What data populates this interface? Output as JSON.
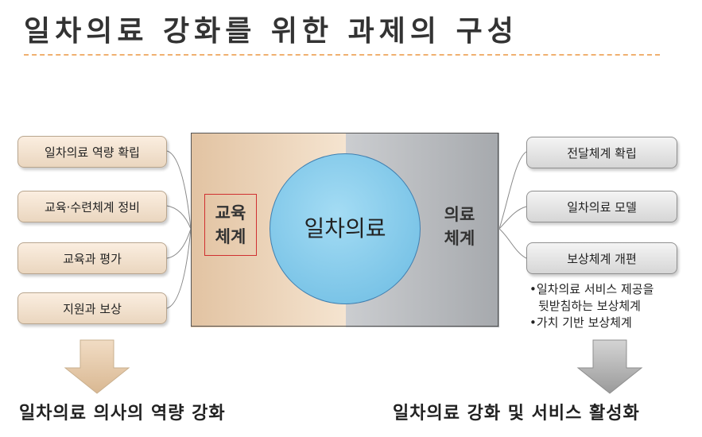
{
  "title": "일차의료 강화를 위한 과제의 구성",
  "left_items": [
    "일차의료 역량 확립",
    "교육·수련체계 정비",
    "교육과 평가",
    "지원과 보상"
  ],
  "right_items": [
    "전달체계 확립",
    "일차의료 모델",
    "보상체계 개편"
  ],
  "center": {
    "left_label": "교육\n체계",
    "circle_label": "일차의료",
    "right_label": "의료\n체계"
  },
  "notes": [
    "•일차의료 서비스 제공을",
    "뒷받침하는 보상체계",
    "•가치 기반 보상체계"
  ],
  "outcomes": {
    "left": "일차의료 의사의 역량 강화",
    "right": "일차의료 강화 및 서비스 활성화"
  },
  "colors": {
    "left_panel": "#e2c3a2",
    "right_panel": "#a6a9ad",
    "circle": "#6bbbe2",
    "edu_label_border": "#d03030",
    "title_rule": "#f0b070"
  }
}
